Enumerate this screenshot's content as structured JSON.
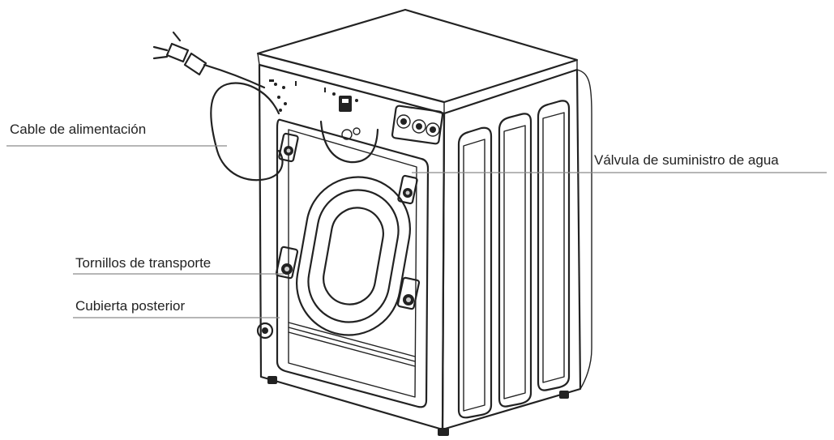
{
  "labels": {
    "power_cable": "Cable de alimentación",
    "water_valve": "Válvula de suministro de agua",
    "transport_bolts": "Tornillos de transporte",
    "rear_cover": "Cubierta posterior"
  },
  "colors": {
    "line": "#222222",
    "leader": "#8a8a8a",
    "background": "#ffffff"
  }
}
